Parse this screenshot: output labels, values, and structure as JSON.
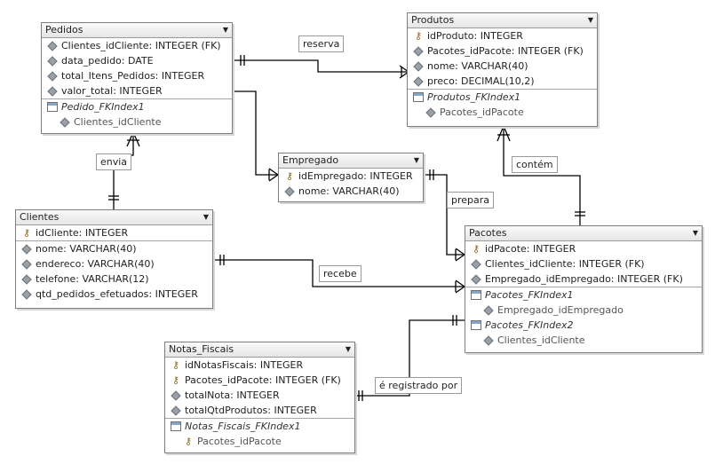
{
  "entities": {
    "pedidos": {
      "name": "Pedidos",
      "columns": [
        "Clientes_idCliente: INTEGER (FK)",
        "data_pedido: DATE",
        "total_Itens_Pedidos: INTEGER",
        "valor_total: INTEGER"
      ],
      "index_name": "Pedido_FKIndex1",
      "index_columns": [
        "Clientes_idCliente"
      ]
    },
    "produtos": {
      "name": "Produtos",
      "columns": [
        "idProduto: INTEGER",
        "Pacotes_idPacote: INTEGER (FK)",
        "nome: VARCHAR(40)",
        "preco: DECIMAL(10,2)"
      ],
      "index_name": "Produtos_FKIndex1",
      "index_columns": [
        "Pacotes_idPacote"
      ]
    },
    "empregado": {
      "name": "Empregado",
      "columns": [
        "idEmpregado: INTEGER",
        "nome: VARCHAR(40)"
      ]
    },
    "clientes": {
      "name": "Clientes",
      "columns": [
        "idCliente: INTEGER",
        "nome: VARCHAR(40)",
        "endereco: VARCHAR(40)",
        "telefone: VARCHAR(12)",
        "qtd_pedidos_efetuados: INTEGER"
      ]
    },
    "pacotes": {
      "name": "Pacotes",
      "columns": [
        "idPacote: INTEGER",
        "Clientes_idCliente: INTEGER (FK)",
        "Empregado_idEmpregado: INTEGER (FK)"
      ],
      "index1_name": "Pacotes_FKIndex1",
      "index1_columns": [
        "Empregado_idEmpregado"
      ],
      "index2_name": "Pacotes_FKIndex2",
      "index2_columns": [
        "Clientes_idCliente"
      ]
    },
    "notas_fiscais": {
      "name": "Notas_Fiscais",
      "columns": [
        "idNotasFiscais: INTEGER",
        "Pacotes_idPacote: INTEGER (FK)",
        "totalNota: INTEGER",
        "totalQtdProdutos: INTEGER"
      ],
      "index_name": "Notas_Fiscais_FKIndex1",
      "index_columns": [
        "Pacotes_idPacote"
      ]
    }
  },
  "relationships": {
    "reserva": "reserva",
    "envia": "envia",
    "contem": "contém",
    "prepara": "prepara",
    "recebe": "recebe",
    "registrado": "é registrado por"
  },
  "icons": {
    "dropdown": "dropdown-arrow-icon",
    "primary_key": "key-icon",
    "column": "diamond-icon",
    "index": "table-index-icon"
  },
  "colors": {
    "border": "#7f7f7f",
    "line": "#000000"
  }
}
